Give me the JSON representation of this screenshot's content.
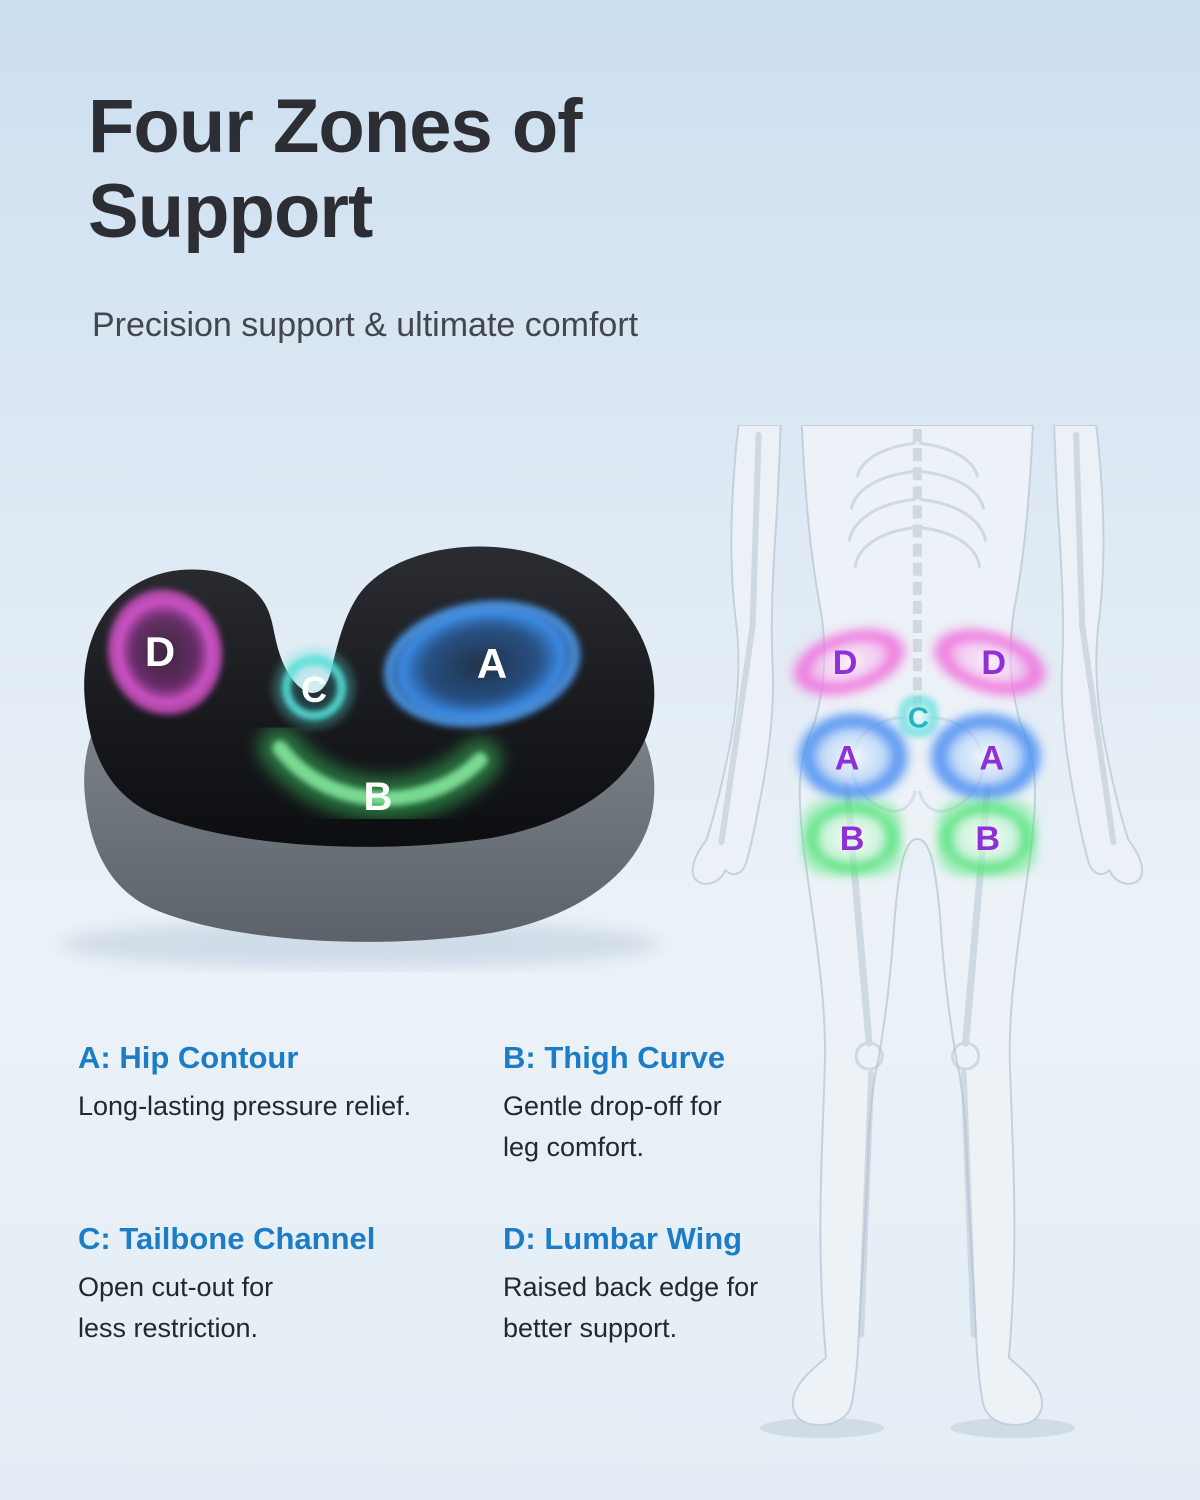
{
  "header": {
    "title_line1": "Four Zones of",
    "title_line2": "Support",
    "subtitle": "Precision support & ultimate comfort"
  },
  "cushion": {
    "zone_a_label": "A",
    "zone_b_label": "B",
    "zone_c_label": "C",
    "zone_d_label": "D"
  },
  "body_map": {
    "zone_d_left_label": "D",
    "zone_d_right_label": "D",
    "zone_c_label": "C",
    "zone_a_left_label": "A",
    "zone_a_right_label": "A",
    "zone_b_left_label": "B",
    "zone_b_right_label": "B"
  },
  "features": [
    {
      "heading": "A: Hip Contour",
      "description": "Long-lasting pressure relief."
    },
    {
      "heading": "B: Thigh Curve",
      "description": "Gentle drop-off for\nleg comfort."
    },
    {
      "heading": "C: Tailbone Channel",
      "description": "Open cut-out for\nless restriction."
    },
    {
      "heading": "D: Lumbar Wing",
      "description": "Raised back edge for\nbetter support."
    }
  ],
  "colors": {
    "heading_text": "#2c2e33",
    "feature_heading_blue": "#1c7dc6",
    "zone_a_blue": "#2f7fe0",
    "zone_b_green": "#3fd96a",
    "zone_c_teal": "#3ecfcf",
    "zone_d_magenta": "#d84fd0",
    "body_letter_purple": "#8e2fd8"
  }
}
